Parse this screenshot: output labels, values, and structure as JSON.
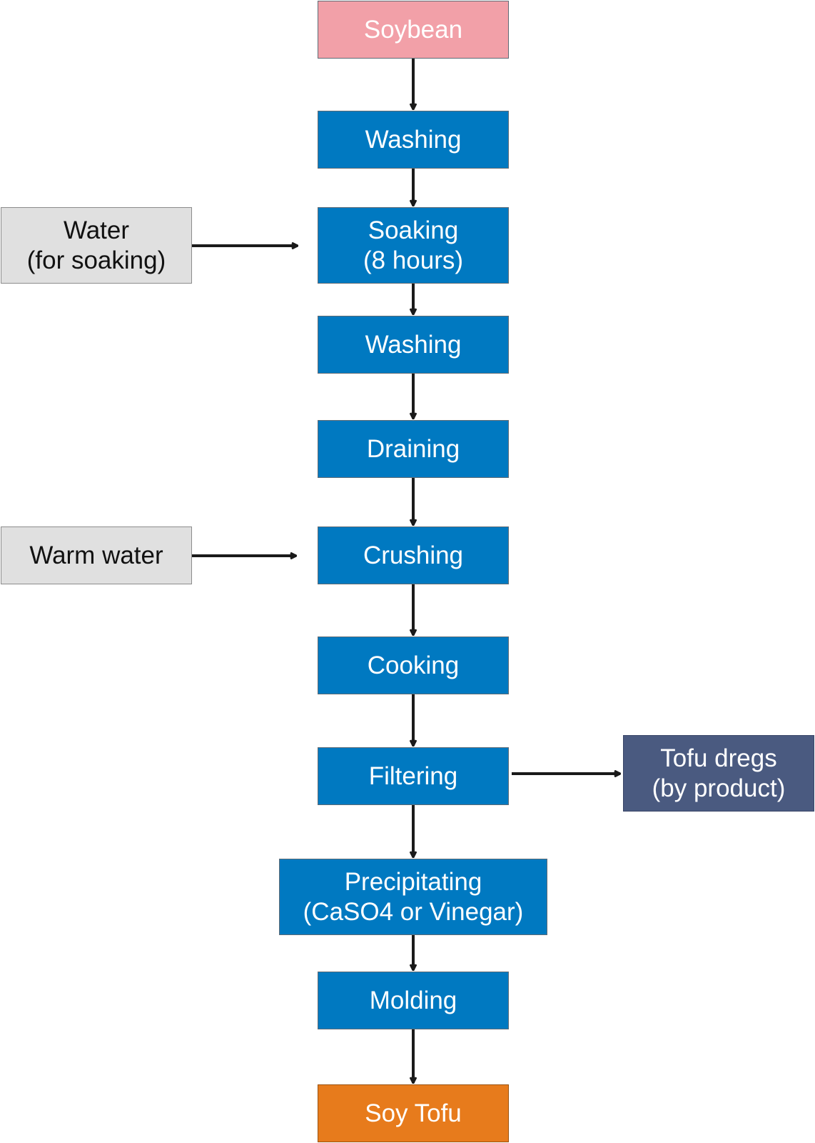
{
  "steps": {
    "soybean": {
      "lines": [
        "Soybean"
      ]
    },
    "washing1": {
      "lines": [
        "Washing"
      ]
    },
    "soaking": {
      "lines": [
        "Soaking",
        "(8 hours)"
      ]
    },
    "washing2": {
      "lines": [
        "Washing"
      ]
    },
    "draining": {
      "lines": [
        "Draining"
      ]
    },
    "crushing": {
      "lines": [
        "Crushing"
      ]
    },
    "cooking": {
      "lines": [
        "Cooking"
      ]
    },
    "filtering": {
      "lines": [
        "Filtering"
      ]
    },
    "precipitating": {
      "lines": [
        "Precipitating",
        "(CaSO4 or Vinegar)"
      ]
    },
    "molding": {
      "lines": [
        "Molding"
      ]
    },
    "soy_tofu": {
      "lines": [
        "Soy Tofu"
      ]
    }
  },
  "inputs": {
    "water": {
      "lines": [
        "Water",
        "(for soaking)"
      ]
    },
    "warm_water": {
      "lines": [
        "Warm water"
      ]
    }
  },
  "outputs": {
    "tofu_dregs": {
      "lines": [
        "Tofu dregs",
        "(by product)"
      ]
    }
  },
  "colors": {
    "process": "#0079c1",
    "start": "#f2a0a8",
    "input": "#e0e0e0",
    "byproduct": "#4a5a80",
    "end": "#e77b1c",
    "arrow": "#1a1a1a"
  }
}
